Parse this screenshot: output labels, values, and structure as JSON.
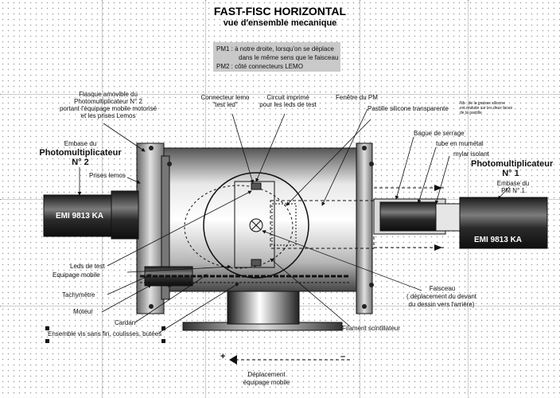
{
  "title": "FAST-FISC HORIZONTAL",
  "subtitle": "vue d'ensemble mecanique",
  "note": {
    "line1": "PM1 : à notre droite, lorsqu'on se déplace",
    "line2": "dans le même sens que le faisceau",
    "line3": "PM2 : côté connecteurs LEMO"
  },
  "labels": {
    "flasque": [
      "Flasque amovible du",
      "Photomultiplicateur N° 2",
      "portant l'équipage mobile motorisé",
      "et les prises Lemos"
    ],
    "embase_pm2": "Embase du",
    "pm2_name": "Photomultiplicateur",
    "pm2_number": "N° 2",
    "prises_lemos": "Prises lemos",
    "connecteur": [
      "Connecteur lemo",
      "\"test led\""
    ],
    "circuit": [
      "Circuit imprimé",
      "pour les leds de test"
    ],
    "fenetre": "Fenêtre du PM",
    "pastille": "Pastille silicone transparente",
    "graisse": [
      "Nb : de la graisse silicone",
      "est enduite sur les deux faces",
      "de la pastille"
    ],
    "bague": "Bague de serrage",
    "tube": "tube en mumétal",
    "mylar": "mylar isolant",
    "pm1_name": "Photomultiplicateur",
    "pm1_number": "N° 1",
    "embase_pm1": [
      "Embase du",
      "PM N° 1"
    ],
    "emi": "EMI 9813 KA",
    "leds": "Leds de test",
    "equipage": "Equipage mobile",
    "tachymetre": "Tachymètre",
    "moteur": "Moteur",
    "cardan": "Cardan",
    "ensemble": "Ensemble vis sans fin, coulisses, butées",
    "faisceau": [
      "Faisceau",
      "( déplacement du devant",
      "du dessin vers l'arrière)"
    ],
    "filament": "Filament scintillateur",
    "plus": "+",
    "minus": "–",
    "deplacement": [
      "Déplacement",
      "équipage mobile"
    ]
  }
}
